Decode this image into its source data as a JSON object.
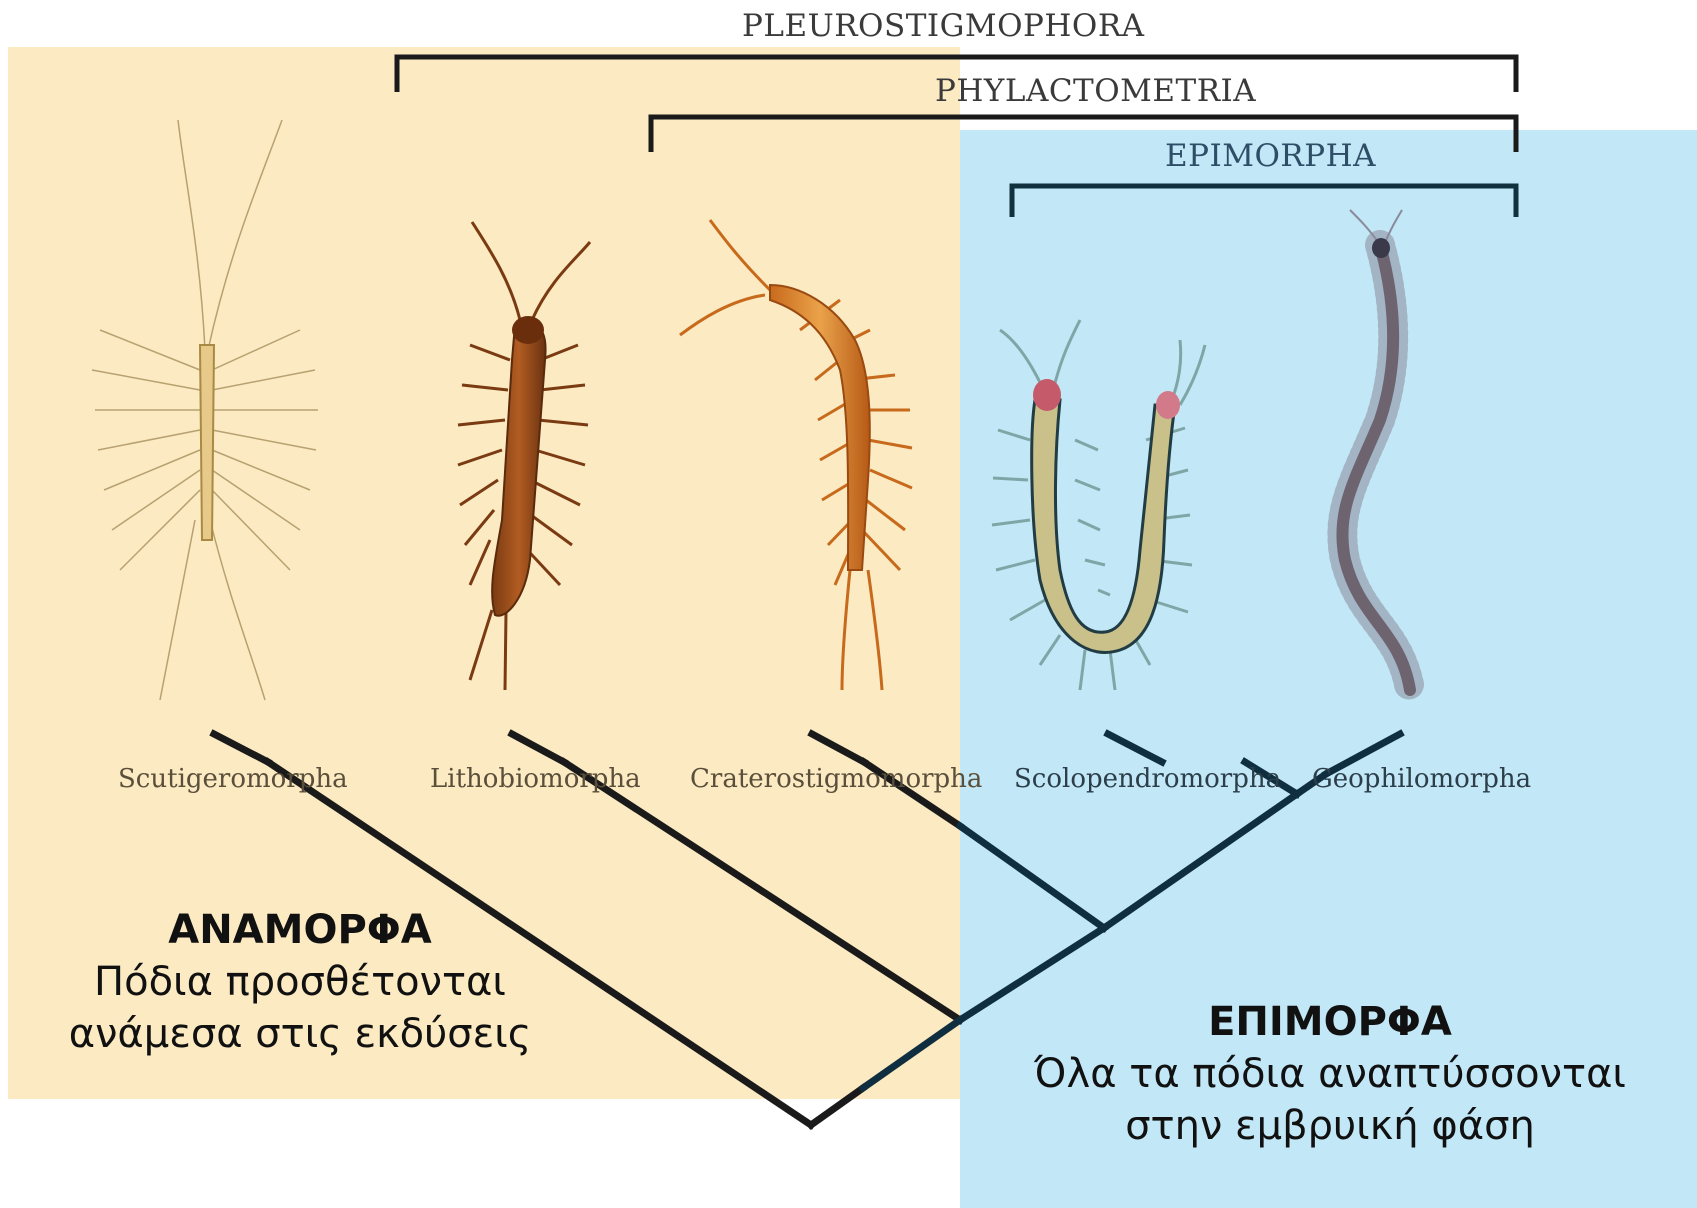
{
  "clades": {
    "pleurostigmophora": "PLEUROSTIGMOPHORA",
    "phylactometria": "PHYLACTOMETRIA",
    "epimorpha": "EPIMORPHA"
  },
  "taxa": [
    "Scutigeromorpha",
    "Lithobiomorpha",
    "Craterostigmomorpha",
    "Scolopendromorpha",
    "Geophilomorpha"
  ],
  "groups": {
    "anamorpha": {
      "title": "ΑΝΑΜΟΡΦΑ",
      "line1": "Πόδια προσθέτονται",
      "line2": "ανάμεσα στις εκδύσεις",
      "color": "#fbe8bd"
    },
    "epimorpha": {
      "title": "ΕΠΙΜΟΡΦΑ",
      "line1": "Όλα τα πόδια αναπτύσσονται",
      "line2": "στην εμβρυική φάση",
      "color": "#bfe6f6"
    }
  },
  "colors": {
    "tree": "#1a1a1a",
    "tree_on_blue": "#0f2f40"
  }
}
